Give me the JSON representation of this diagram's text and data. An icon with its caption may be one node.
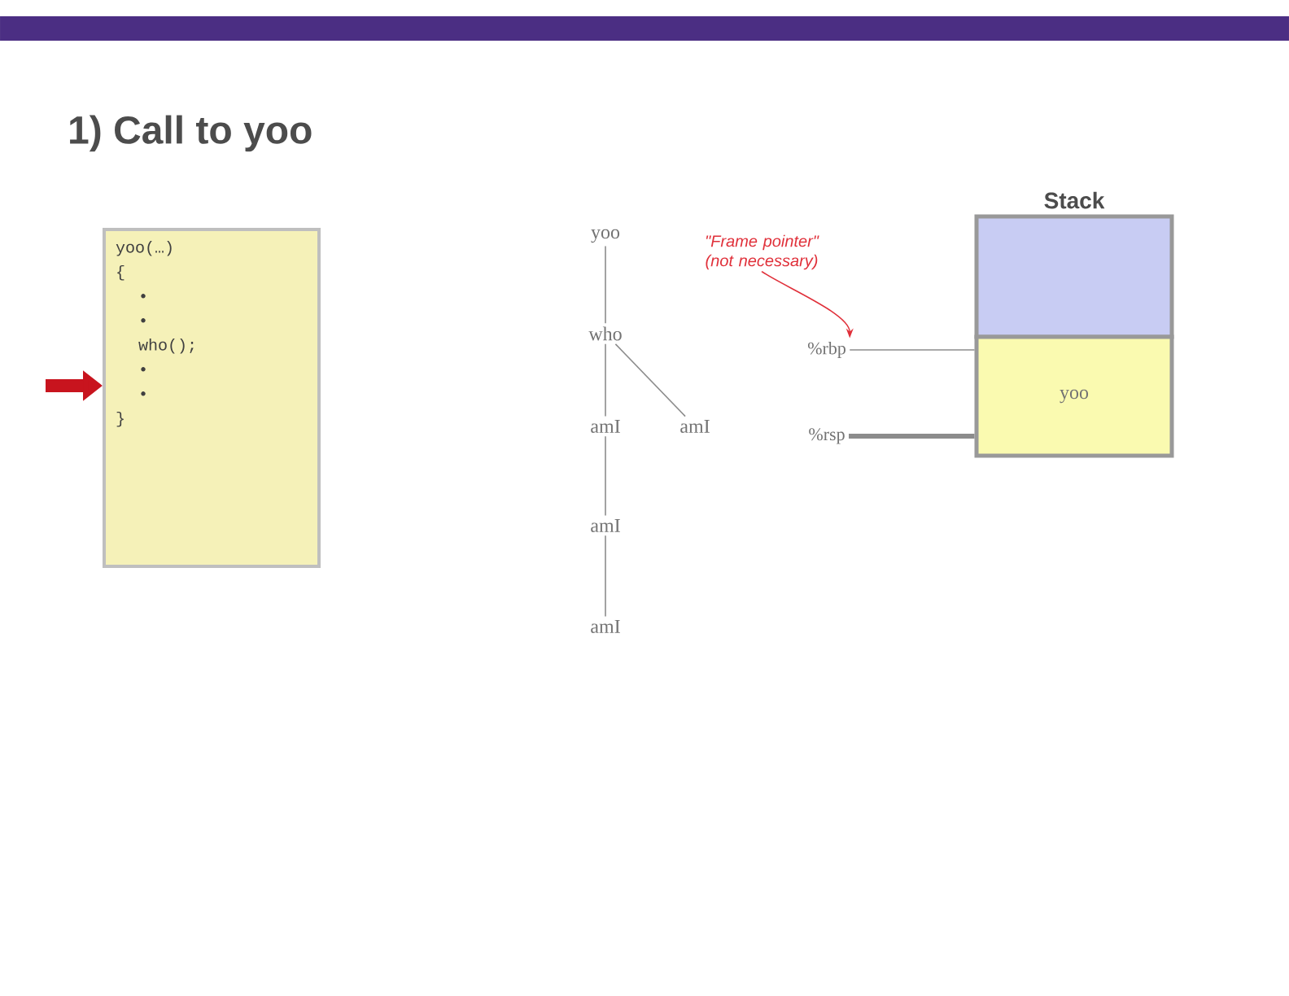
{
  "diagram": {
    "title": "1) Call to yoo",
    "nodes": [
      {
        "text": [
          "yoo(…)",
          "{",
          "•",
          "•",
          "who();",
          "•",
          "•",
          "}"
        ]
      },
      {
        "text": [
          "yoo"
        ]
      },
      {
        "text": [
          "who"
        ]
      },
      {
        "text": [
          "amI"
        ]
      },
      {
        "text": [
          "amI"
        ]
      },
      {
        "text": [
          "amI"
        ]
      },
      {
        "text": [
          "amI"
        ]
      },
      {
        "text": [
          "%rbp"
        ]
      },
      {
        "text": [
          "%rsp"
        ]
      },
      {
        "text": [],
        "shape": "box",
        "beside": [
          "Stack"
        ]
      },
      {
        "text": [
          "yoo"
        ]
      },
      {
        "text": [
          "\"Frame pointer\" (not necessary)"
        ]
      }
    ],
    "edges": [
      {
        "from": 1,
        "to": 2,
        "arrow": "none"
      },
      {
        "from": 2,
        "to": 3,
        "arrow": "none"
      },
      {
        "from": 2,
        "to": 4,
        "arrow": "none"
      },
      {
        "from": 3,
        "to": 5,
        "arrow": "none"
      },
      {
        "from": 5,
        "to": 6,
        "arrow": "none"
      },
      {
        "from": 7,
        "to": 10,
        "arrow": "none"
      },
      {
        "from": 8,
        "to": 10,
        "arrow": "none",
        "style": "thick"
      },
      {
        "from": 11,
        "to": 7,
        "arrow": "to",
        "color": "#e0303a"
      },
      {
        "from": null,
        "to": 0,
        "arrow": "to",
        "style": "thick",
        "color": "#c8141e"
      }
    ]
  }
}
